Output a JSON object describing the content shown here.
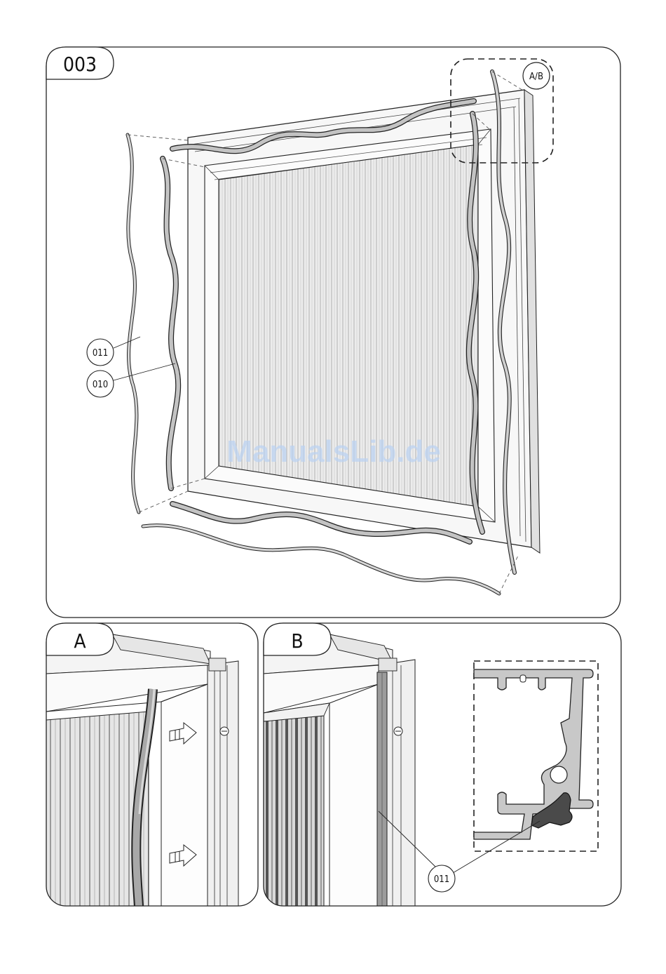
{
  "step": {
    "number": "003"
  },
  "callouts": {
    "detail_ref": "A/B",
    "part_outer": "011",
    "part_inner": "010",
    "detail_part": "011"
  },
  "details": {
    "a_label": "A",
    "b_label": "B"
  },
  "watermark": "ManualsLib.de",
  "colors": {
    "line": "#222222",
    "frame_fill": "#f7f7f7",
    "screen_fill": "#e8e8e8",
    "gasket_fill": "#b9b9b9",
    "gasket_dark": "#4a4a4a",
    "watermark": "#bcd3f2"
  }
}
